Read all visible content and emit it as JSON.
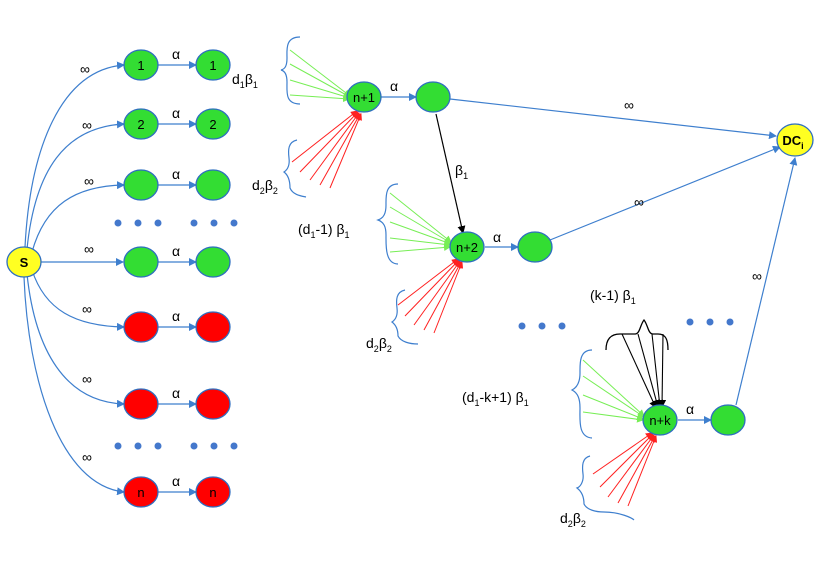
{
  "colors": {
    "green": "#33dd33",
    "red": "#ff0000",
    "yellow": "#ffff22",
    "edge_blue": "#3e7fce",
    "dot_blue": "#4478cc",
    "ray_green": "#77ee55",
    "ray_red": "#ff2020",
    "node_stroke": "#2e6ec0"
  },
  "nodes": {
    "source": "S",
    "top1_left": "1",
    "top1_right": "1",
    "top2_left": "2",
    "top2_right": "2",
    "last_left": "n",
    "last_right": "n",
    "np1": "n+1",
    "np2": "n+2",
    "npk": "n+k",
    "dc_main": "DC",
    "dc_sub": "i"
  },
  "symbols": {
    "infinity": "∞",
    "alpha": "α"
  },
  "labels": {
    "beta1": {
      "main": "β",
      "sub": "1"
    },
    "d1b1": {
      "a": "d",
      "a_sub": "1",
      "b": "β",
      "b_sub": "1"
    },
    "d2b2_top": {
      "a": "d",
      "a_sub": "2",
      "b": "β",
      "b_sub": "2"
    },
    "d1m1b1": {
      "pre": "(d",
      "pre_sub": "1",
      "mid": "-1) β",
      "mid_sub": "1"
    },
    "d2b2_mid": {
      "a": "d",
      "a_sub": "2",
      "b": "β",
      "b_sub": "2"
    },
    "km1b1": {
      "pre": "(k-1) β",
      "pre_sub": "1"
    },
    "d1mkp1b1": {
      "pre": "(d",
      "pre_sub": "1",
      "mid": "-k+1) β",
      "mid_sub": "1"
    },
    "d2b2_bot": {
      "a": "d",
      "a_sub": "2",
      "b": "β",
      "b_sub": "2"
    }
  }
}
